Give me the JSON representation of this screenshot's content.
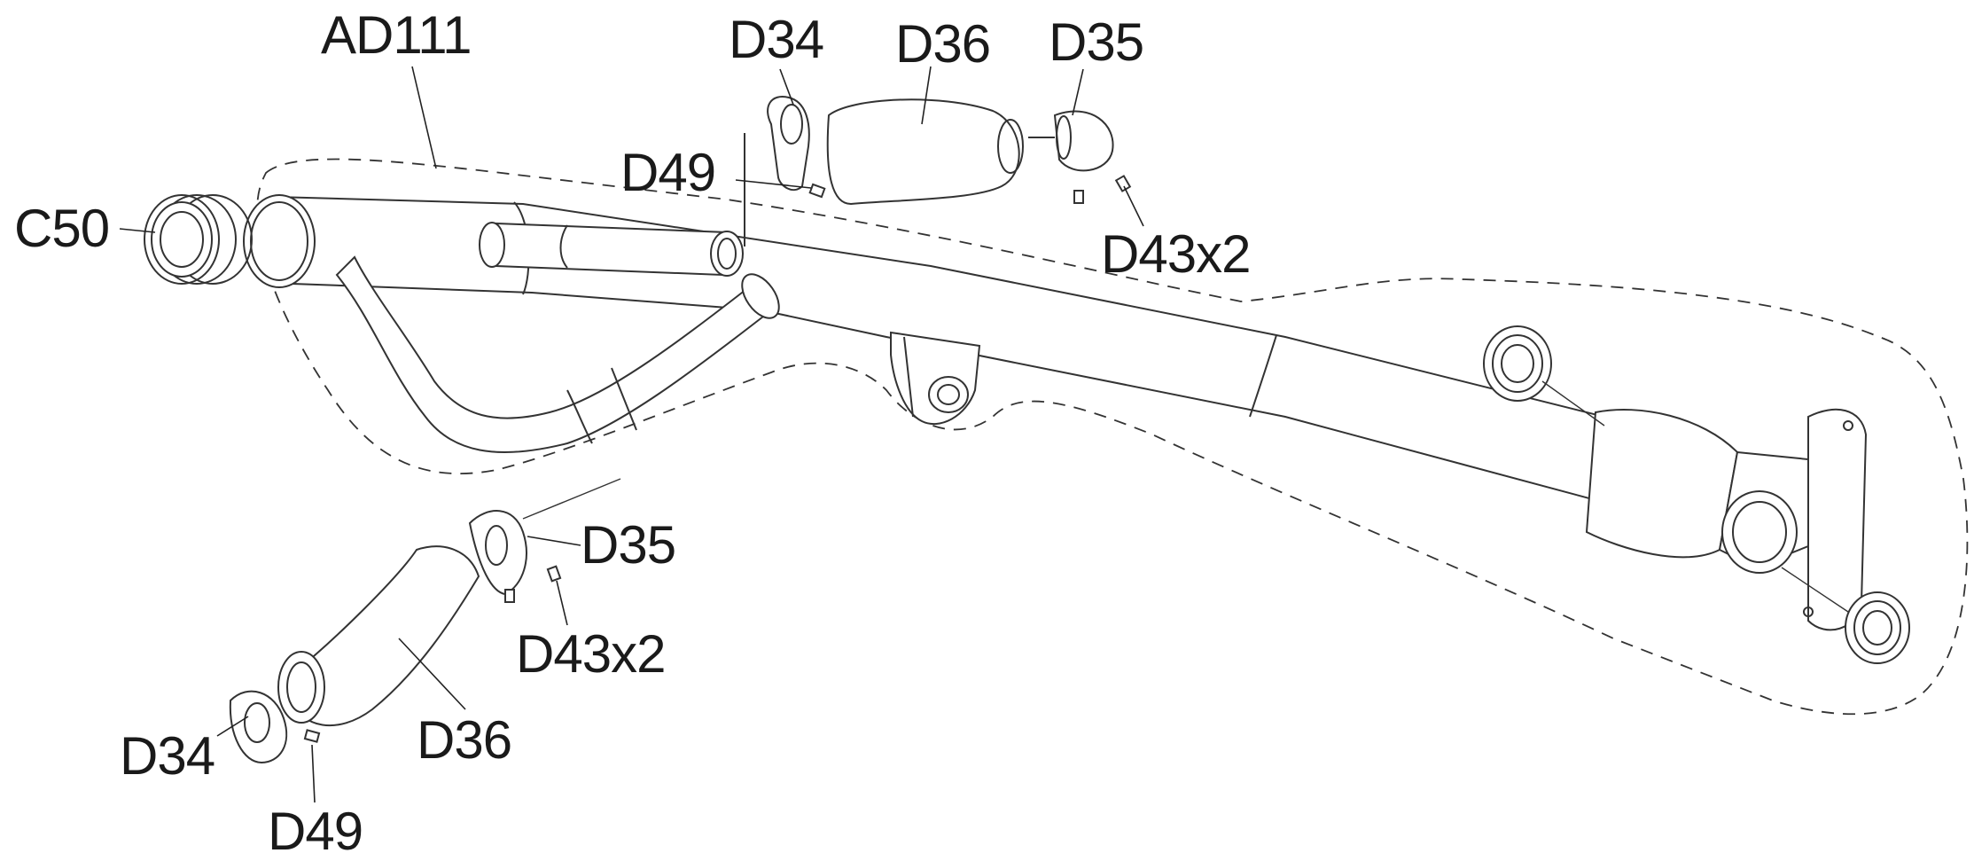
{
  "labels": {
    "ad111": "AD111",
    "c50": "C50",
    "d34_top": "D34",
    "d36_top": "D36",
    "d35_top": "D35",
    "d49_top": "D49",
    "d43_top": "D43x2",
    "d35_bottom": "D35",
    "d43_bottom": "D43x2",
    "d34_bottom": "D34",
    "d36_bottom": "D36",
    "d49_bottom": "D49"
  }
}
